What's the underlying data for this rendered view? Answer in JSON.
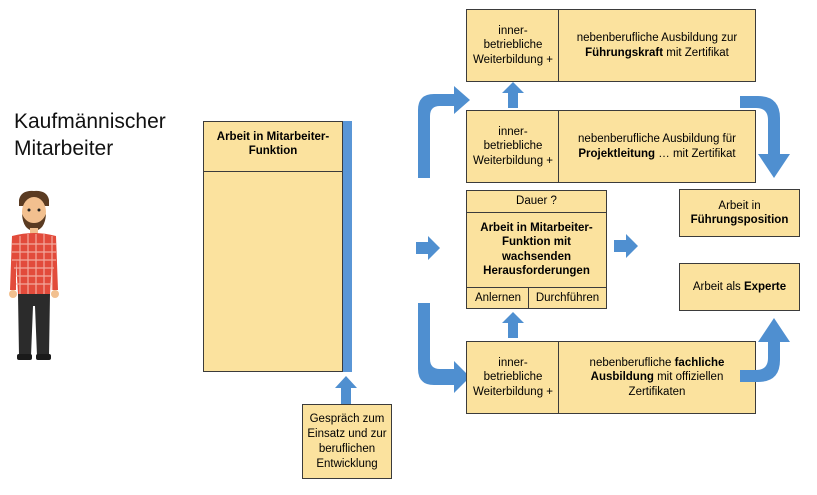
{
  "person_label": [
    "Kaufmännischer",
    "Mitarbeiter"
  ],
  "colors": {
    "box_fill": "#fbe29e",
    "box_border": "#3b3b3b",
    "arrow": "#4f8fd0",
    "blue_bar": "#5a96d6"
  },
  "main_job": {
    "title": "Arbeit in Mitarbeiter-Funktion"
  },
  "talk_box": {
    "text": "Gespräch zum Einsatz und zur beruflichen Entwicklung"
  },
  "center": {
    "duration": "Dauer ?",
    "title": "Arbeit in Mitarbeiter-Funktion mit wachsenden Herausforderungen",
    "left_label": "Anlernen",
    "right_label": "Durchführen"
  },
  "track_top": {
    "left": "inner-betriebliche Weiterbildung +",
    "right": {
      "pre": "nebenberufliche Ausbildung zur ",
      "bold": "Führungskraft",
      "post": " mit Zertifikat"
    }
  },
  "track_middle": {
    "left": "inner-betriebliche Weiterbildung +",
    "right": {
      "pre": "nebenberufliche Ausbildung für ",
      "bold": "Projektleitung",
      "post": " … mit Zertifikat"
    }
  },
  "track_bottom": {
    "left": "inner-betriebliche Weiterbildung +",
    "right": {
      "pre": "nebenberufliche ",
      "bold": "fachliche Ausbildung",
      "post": " mit offiziellen Zertifikaten"
    }
  },
  "outcome_leader": {
    "pre": "Arbeit in ",
    "bold": "Führungsposition"
  },
  "outcome_expert": {
    "pre": "Arbeit als ",
    "bold": "Experte"
  }
}
